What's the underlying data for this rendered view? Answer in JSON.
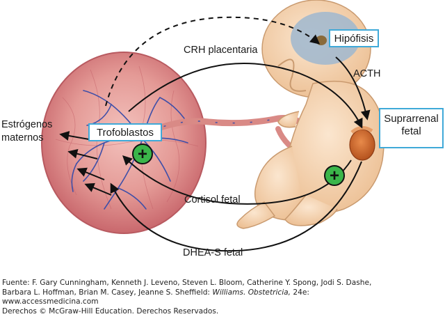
{
  "diagram": {
    "labels": {
      "hipofisis": "Hipófisis",
      "acth": "ACTH",
      "crh": "CRH placentaria",
      "suprarrenal_line1": "Suprarrenal",
      "suprarrenal_line2": "fetal",
      "trofoblastos": "Trofoblastos",
      "estrogenos_line1": "Estrógenos",
      "estrogenos_line2": "maternos",
      "cortisol": "Cortisol fetal",
      "dheas": "DHEA-S fetal"
    },
    "plus_sign": "+",
    "colors": {
      "box_border": "#3fa9d8",
      "plus_fill": "#3bb54a",
      "placenta": "#d9868a",
      "vessels": "#3f4fa8",
      "fetus_skin": "#f5d4b0",
      "adrenal": "#c8642a",
      "brain": "#9fb7cf"
    }
  },
  "credits": {
    "line1": "Fuente: F. Gary Cunningham, Kenneth J. Leveno, Steven L. Bloom, Catherine Y. Spong, Jodi S. Dashe,",
    "line2_pre": "Barbara L. Hoffman, Brian M. Casey, Jeanne S. Sheffield: ",
    "line2_italic": "Williams. Obstetricia,",
    "line2_post": " 24e:",
    "line3": "www.accessmedicina.com",
    "line4": "Derechos © McGraw-Hill Education. Derechos Reservados."
  }
}
